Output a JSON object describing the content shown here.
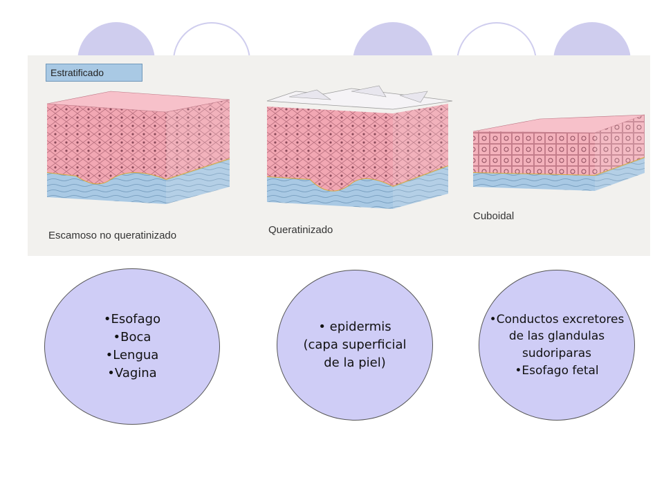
{
  "figure": {
    "tag": "Estratificado",
    "panels": [
      {
        "label": "Escamoso no queratinizado"
      },
      {
        "label": "Queratinizado"
      },
      {
        "label": "Cuboidal"
      }
    ]
  },
  "bubbles": [
    {
      "lines": [
        "•Esofago",
        "•Boca",
        "•Lengua",
        "•Vagina"
      ]
    },
    {
      "lines": [
        "• epidermis",
        "(capa superficial",
        "de la piel)"
      ]
    },
    {
      "lines": [
        "•Conductos excretores",
        "de las glandulas",
        "sudoriparas",
        "•Esofago fetal"
      ]
    }
  ],
  "colors": {
    "accent_circle": "#cfcdee",
    "bubble_fill": "#cfcdf6",
    "tissue_pink": "#f2a7b3",
    "connective_blue": "#a9c9e4"
  }
}
